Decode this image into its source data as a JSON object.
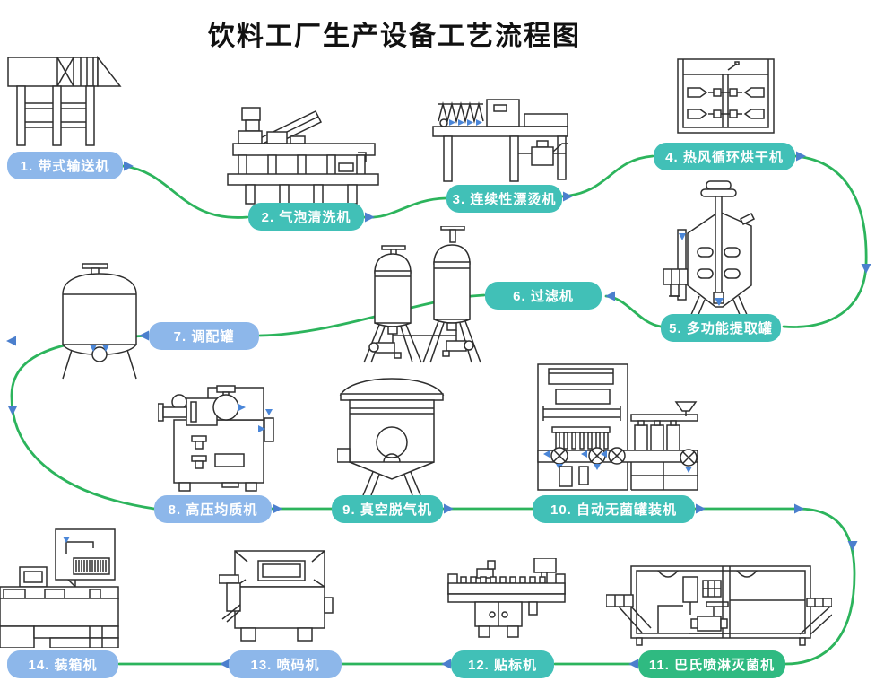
{
  "title": "饮料工厂生产设备工艺流程图",
  "colors": {
    "flow_line": "#2cb45c",
    "arrowhead": "#4b7fcd",
    "label_blue": "#8db7ea",
    "label_teal": "#41c0b7",
    "label_green": "#2fba81",
    "equipment_stroke": "#2e2e2e"
  },
  "stations": [
    {
      "label": "1. 带式输送机",
      "equipment": "belt-conveyor",
      "color": "blue"
    },
    {
      "label": "2. 气泡清洗机",
      "equipment": "bubble-washer",
      "color": "teal"
    },
    {
      "label": "3. 连续性漂烫机",
      "equipment": "continuous-blancher",
      "color": "teal"
    },
    {
      "label": "4. 热风循环烘干机",
      "equipment": "hot-air-dryer",
      "color": "teal"
    },
    {
      "label": "5. 多功能提取罐",
      "equipment": "extraction-tank",
      "color": "teal"
    },
    {
      "label": "6. 过滤机",
      "equipment": "filter-machine",
      "color": "teal"
    },
    {
      "label": "7. 调配罐",
      "equipment": "mixing-tank",
      "color": "blue"
    },
    {
      "label": "8. 高压均质机",
      "equipment": "homogenizer",
      "color": "blue"
    },
    {
      "label": "9. 真空脱气机",
      "equipment": "vacuum-degasser",
      "color": "teal"
    },
    {
      "label": "10. 自动无菌罐装机",
      "equipment": "aseptic-filler",
      "color": "teal"
    },
    {
      "label": "11. 巴氏喷淋灭菌机",
      "equipment": "pasteurizer",
      "color": "green"
    },
    {
      "label": "12. 贴标机",
      "equipment": "labeling-machine",
      "color": "teal"
    },
    {
      "label": "13. 喷码机",
      "equipment": "inkjet-coder",
      "color": "blue"
    },
    {
      "label": "14. 装箱机",
      "equipment": "box-packer",
      "color": "blue"
    }
  ]
}
